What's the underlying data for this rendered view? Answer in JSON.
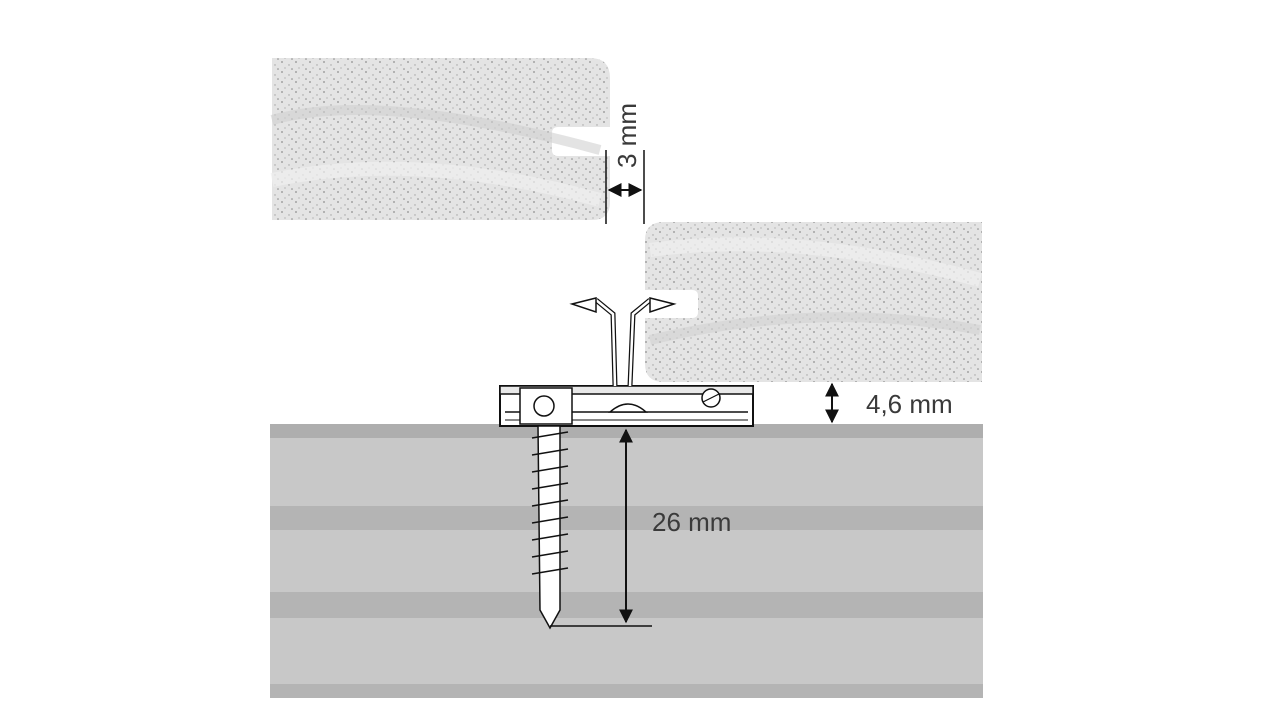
{
  "diagram": {
    "dimensions": {
      "gap_label": "3 mm",
      "clip_height_label": "4,6 mm",
      "screw_depth_label": "26 mm"
    },
    "colors": {
      "board_light": "#e4e4e4",
      "board_grain": "#8f8f8f",
      "substructure": "#c8c8c8",
      "substructure_stripe": "#aeaeae",
      "line": "#111111"
    }
  }
}
